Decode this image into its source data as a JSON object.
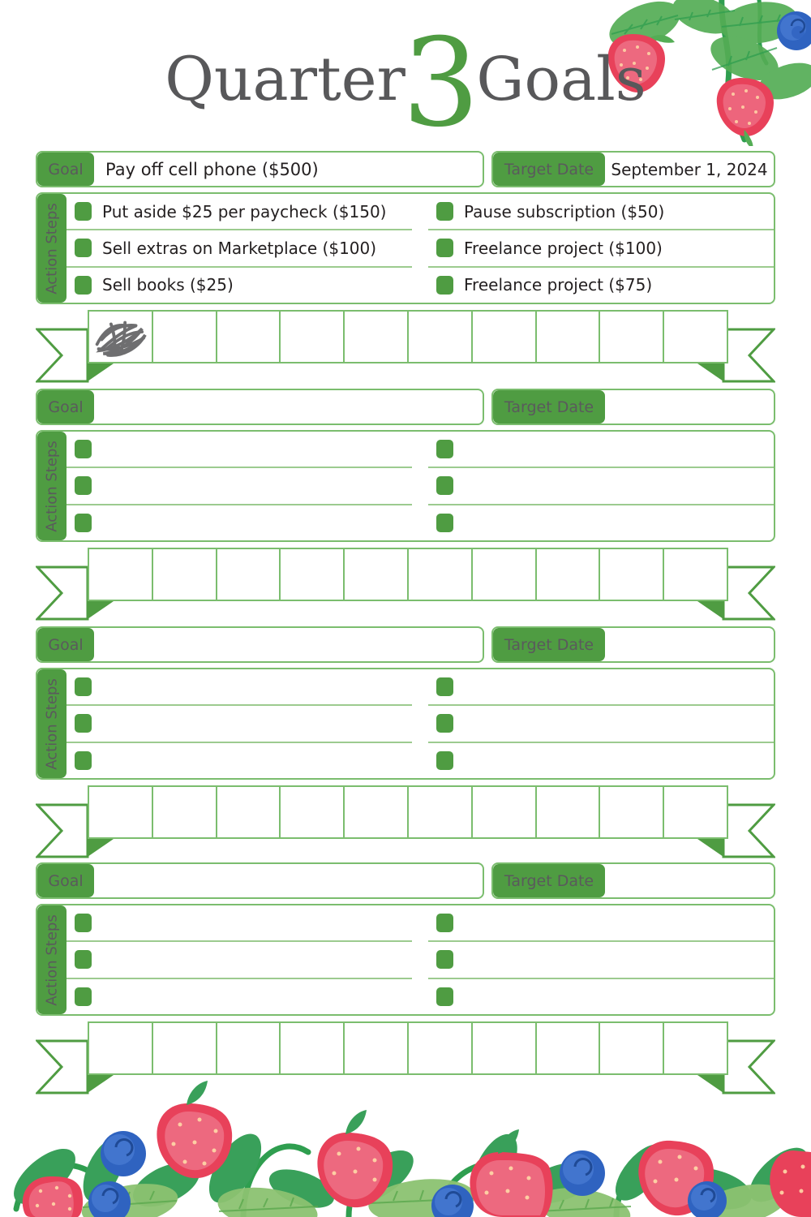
{
  "title": {
    "word1": "Quarter",
    "number": "3",
    "word2": "Goals"
  },
  "labels": {
    "goal": "Goal",
    "target_date": "Target Date",
    "action_steps": "Action Steps"
  },
  "colors": {
    "green": "#4f9c42",
    "green_border": "#7bbd6e",
    "line": "#9ccb8f",
    "title_gray": "#58585a",
    "label_gray": "#5a5a5c",
    "text_black": "#231f20",
    "berry_red": "#e8415a",
    "berry_pink": "#ef7a8f",
    "blueberry": "#2f63c0"
  },
  "tracker": {
    "cell_count": 10,
    "marked_cells": [
      0
    ]
  },
  "goals": [
    {
      "goal_value": "Pay off cell phone ($500)",
      "target_date": "September 1, 2024",
      "steps_left": [
        "Put aside $25 per paycheck ($150)",
        "Sell extras on Marketplace ($100)",
        "Sell books ($25)"
      ],
      "steps_right": [
        "Pause subscription ($50)",
        "Freelance project ($100)",
        "Freelance project ($75)"
      ],
      "tracker_marked": [
        0
      ]
    },
    {
      "goal_value": "",
      "target_date": "",
      "steps_left": [
        "",
        "",
        ""
      ],
      "steps_right": [
        "",
        "",
        ""
      ],
      "tracker_marked": []
    },
    {
      "goal_value": "",
      "target_date": "",
      "steps_left": [
        "",
        "",
        ""
      ],
      "steps_right": [
        "",
        "",
        ""
      ],
      "tracker_marked": []
    },
    {
      "goal_value": "",
      "target_date": "",
      "steps_left": [
        "",
        "",
        ""
      ],
      "steps_right": [
        "",
        "",
        ""
      ],
      "tracker_marked": []
    }
  ]
}
